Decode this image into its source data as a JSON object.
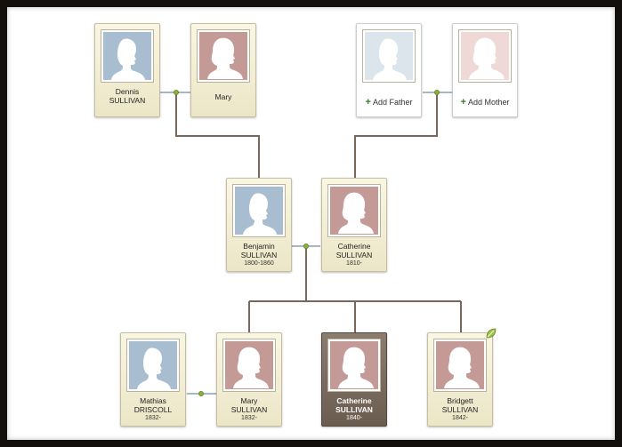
{
  "colors": {
    "line": "#7a675c",
    "spouse_line": "#a9b6c4",
    "male_photo": "#a8bdd0",
    "female_photo": "#c49a96",
    "selected_card": "#6b5c50",
    "marriage_dot": "#8fb03c",
    "hint_leaf": "#9cc23f"
  },
  "people": [
    {
      "first": "Dennis",
      "last": "SULLIVAN",
      "years": "",
      "gender": "male"
    },
    {
      "first": "Mary",
      "last": "",
      "years": "",
      "gender": "female"
    },
    {
      "first": "",
      "last": "",
      "years": "",
      "gender": "male",
      "add_label": "Add Father"
    },
    {
      "first": "",
      "last": "",
      "years": "",
      "gender": "female",
      "add_label": "Add Mother"
    },
    {
      "first": "Benjamin",
      "last": "SULLIVAN",
      "years": "1800-1860",
      "gender": "male"
    },
    {
      "first": "Catherine",
      "last": "SULLIVAN",
      "years": "1810-",
      "gender": "female"
    },
    {
      "first": "Mathias",
      "last": "DRISCOLL",
      "years": "1832-",
      "gender": "male"
    },
    {
      "first": "Mary",
      "last": "SULLIVAN",
      "years": "1832-",
      "gender": "female"
    },
    {
      "first": "Catherine",
      "last": "SULLIVAN",
      "years": "1840-",
      "gender": "female",
      "selected": true
    },
    {
      "first": "Bridgett",
      "last": "SULLIVAN",
      "years": "1842-",
      "gender": "female",
      "hint": "leaf-icon"
    }
  ]
}
